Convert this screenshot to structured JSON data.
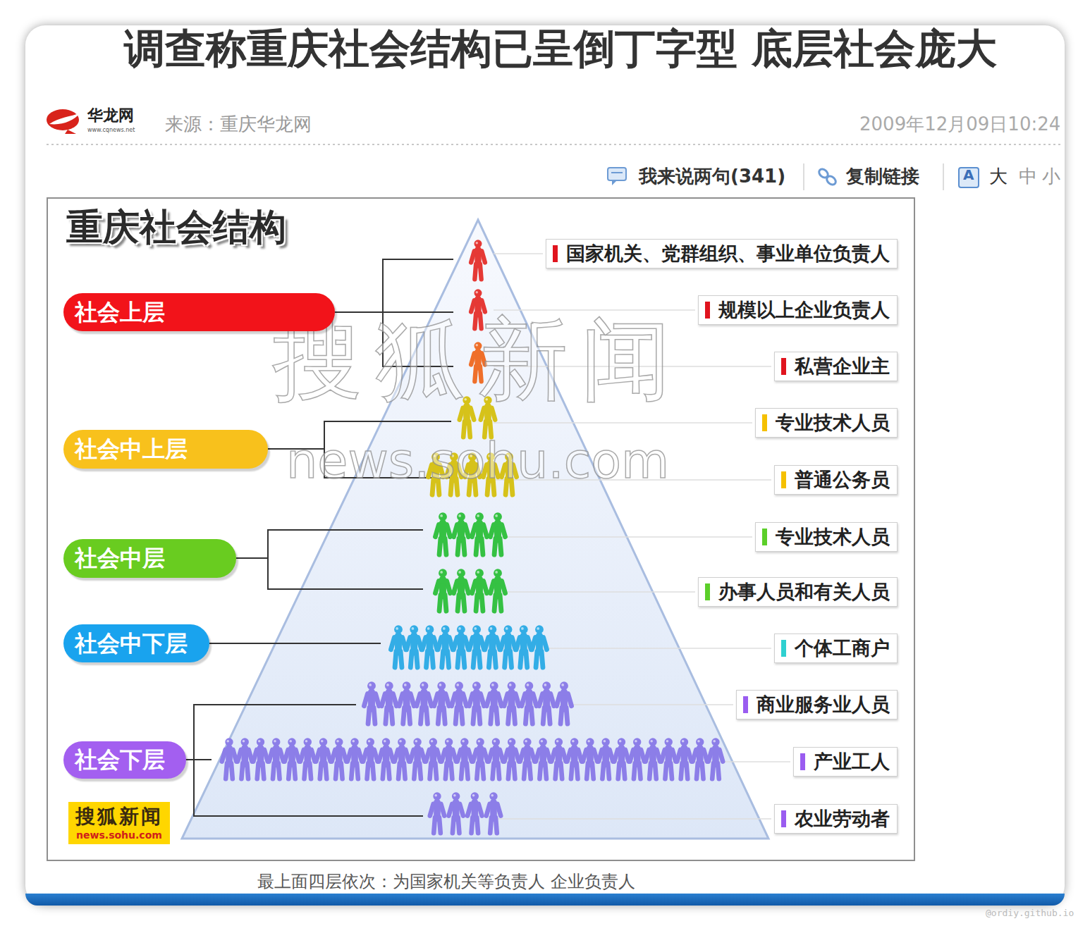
{
  "diagram": {
    "title": "调查称重庆社会结构已呈倒丁字型 底层社会庞大",
    "caption": "最上面四层依次：为国家机关等负责人 企业负责人",
    "nodes": [
      {
        "text": [
          "重庆社会结构"
        ]
      },
      {
        "text": [
          "社会上层"
        ],
        "in": 0
      },
      {
        "text": [
          "社会中上层"
        ],
        "in": 0
      },
      {
        "text": [
          "社会中层"
        ],
        "in": 0
      },
      {
        "text": [
          "社会中下层"
        ],
        "in": 0
      },
      {
        "text": [
          "社会下层"
        ],
        "in": 0
      },
      {
        "text": [
          "国家机关、党群组织、事业单位负责人"
        ],
        "in": 0
      },
      {
        "text": [
          "规模以上企业负责人"
        ],
        "in": 0
      },
      {
        "text": [
          "私营企业主"
        ],
        "in": 0
      },
      {
        "text": [
          "专业技术人员"
        ],
        "in": 0
      },
      {
        "text": [
          "普通公务员"
        ],
        "in": 0
      },
      {
        "text": [
          "专业技术人员"
        ],
        "in": 0
      },
      {
        "text": [
          "办事人员和有关人员"
        ],
        "in": 0
      },
      {
        "text": [
          "个体工商户"
        ],
        "in": 0
      },
      {
        "text": [
          "商业服务业人员"
        ],
        "in": 0
      },
      {
        "text": [
          "产业工人"
        ],
        "in": 0
      },
      {
        "text": [
          "农业劳动者"
        ],
        "in": 0
      },
      {
        "text": [
          "搜狐新闻",
          "news.sohu.com"
        ],
        "in": 0
      }
    ],
    "labels": [
      "华龙网",
      "www.cqnews.net",
      "来源：重庆华龙网",
      "2009年12月09日10:24",
      "我来说两句(341)",
      "复制链接",
      "A",
      "大",
      "中",
      "小",
      "搜狐新闻",
      "news.sohu.com",
      "@ordiy.github.io"
    ]
  }
}
